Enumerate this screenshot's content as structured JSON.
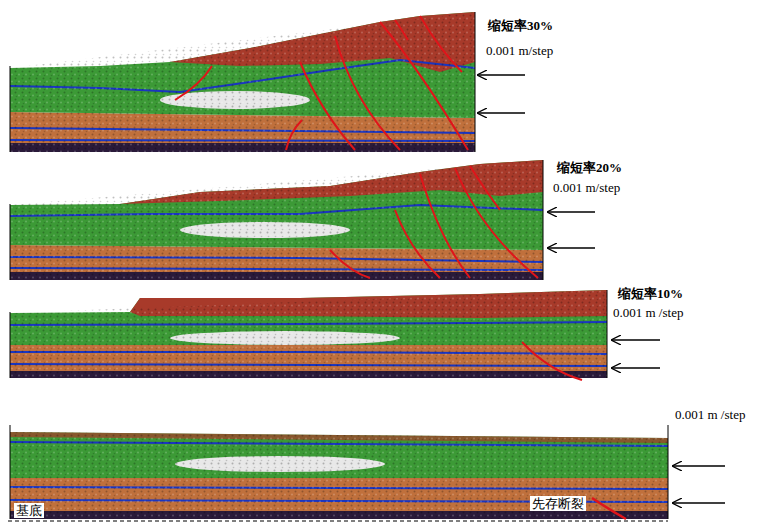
{
  "diagram": {
    "labels": [
      "缩短率30%",
      "0.001 m/step",
      "缩短率20%",
      "0.001 m/step",
      "缩短率10%",
      "0.001 m /step",
      "0.001 m /step",
      "基底",
      "先存断裂"
    ]
  }
}
